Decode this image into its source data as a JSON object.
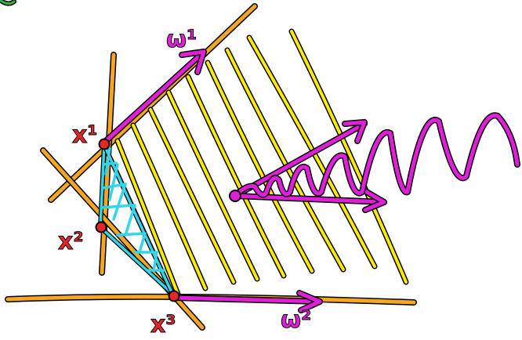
{
  "colors": {
    "orange": "#F5A623",
    "yellow": "#FFEB00",
    "magenta": "#E020D8",
    "cyan": "#33D6E8",
    "red": "#E8262A",
    "outline": "#000000",
    "green": "#2DB83A"
  },
  "labels": {
    "x1": "x¹",
    "x2": "x²",
    "x3": "x³",
    "w1": "ω¹",
    "w2": "ω²"
  }
}
